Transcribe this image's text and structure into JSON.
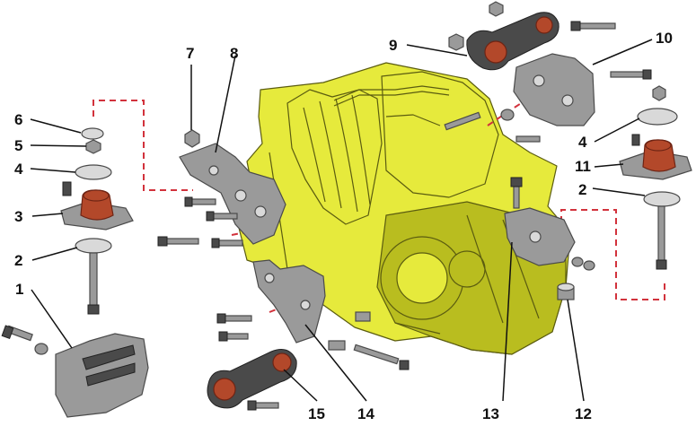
{
  "colors": {
    "engine_body": "#e6ea3c",
    "engine_shade": "#b9bd1f",
    "engine_line": "#5b5c10",
    "rubber": "#b3482a",
    "rubber_dark": "#6e2414",
    "metal": "#9a9a9a",
    "metal_dark": "#4a4a4a",
    "metal_light": "#d9d9d9",
    "dash_line": "#d2323c",
    "leader": "#111111"
  },
  "callouts": [
    {
      "id": "c1",
      "label": "1"
    },
    {
      "id": "c2a",
      "label": "2"
    },
    {
      "id": "c3",
      "label": "3"
    },
    {
      "id": "c4a",
      "label": "4"
    },
    {
      "id": "c5",
      "label": "5"
    },
    {
      "id": "c6",
      "label": "6"
    },
    {
      "id": "c7",
      "label": "7"
    },
    {
      "id": "c8",
      "label": "8"
    },
    {
      "id": "c9",
      "label": "9"
    },
    {
      "id": "c10",
      "label": "10"
    },
    {
      "id": "c4b",
      "label": "4"
    },
    {
      "id": "c11",
      "label": "11"
    },
    {
      "id": "c2b",
      "label": "2"
    },
    {
      "id": "c12",
      "label": "12"
    },
    {
      "id": "c13",
      "label": "13"
    },
    {
      "id": "c14",
      "label": "14"
    },
    {
      "id": "c15",
      "label": "15"
    }
  ]
}
